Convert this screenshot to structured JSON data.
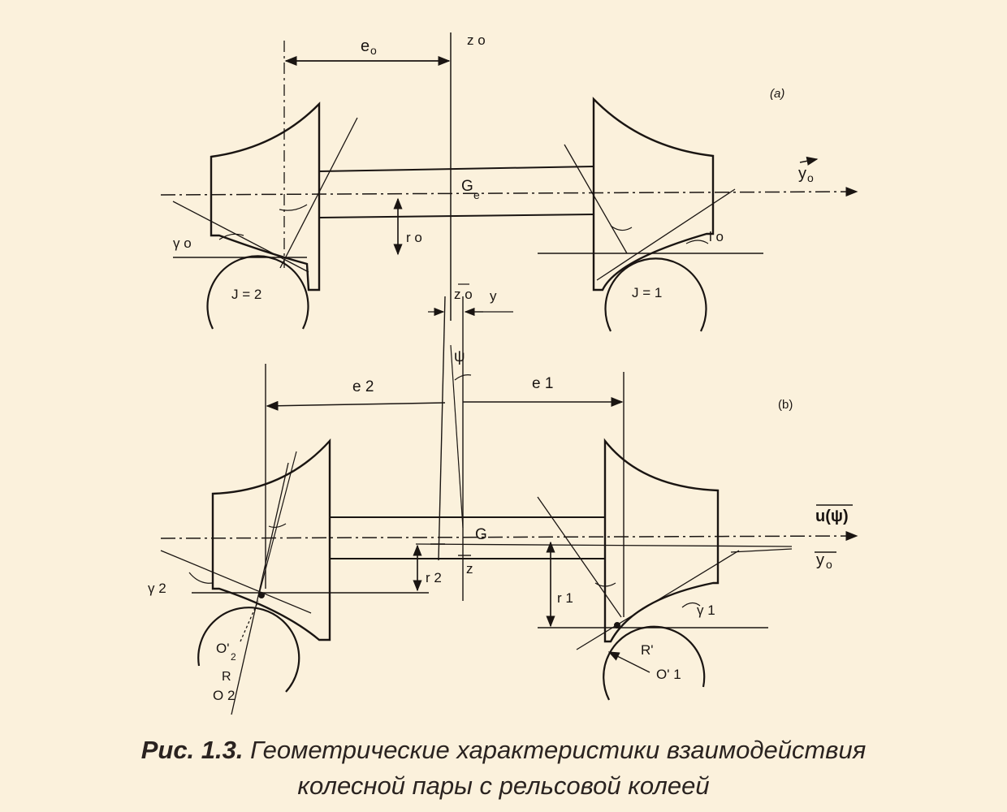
{
  "diagram": {
    "panel_a": {
      "tag": "(a)",
      "labels": {
        "e0": "e",
        "e0_sub": "o",
        "z0": "z o",
        "y0": "y",
        "y0_sub": "o",
        "g": "G",
        "g_sub": "e",
        "r0": "r o",
        "gamma0": "γ o",
        "l0": "l o",
        "j2": "J = 2",
        "j1": "J = 1"
      }
    },
    "panel_b": {
      "tag": "(b)",
      "labels": {
        "z0": "z o",
        "y": "y",
        "psi": "ψ",
        "e2": "e 2",
        "e1": "e 1",
        "u_psi": "u(ψ)",
        "y0": "y",
        "y0_sub": "o",
        "g": "G",
        "z": "z",
        "r2": "r 2",
        "r1": "r 1",
        "gamma2": "γ 2",
        "gamma1": "γ 1",
        "o2p": "O'",
        "o2p_sub": "2",
        "r_big": "R",
        "o2": "O 2",
        "rp": "R'",
        "o1p": "O' 1"
      }
    }
  },
  "caption": {
    "label": "Рис. 1.3.",
    "line1": "Геометрические характеристики взаимодействия",
    "line2": "колесной пары с рельсовой колеей"
  }
}
